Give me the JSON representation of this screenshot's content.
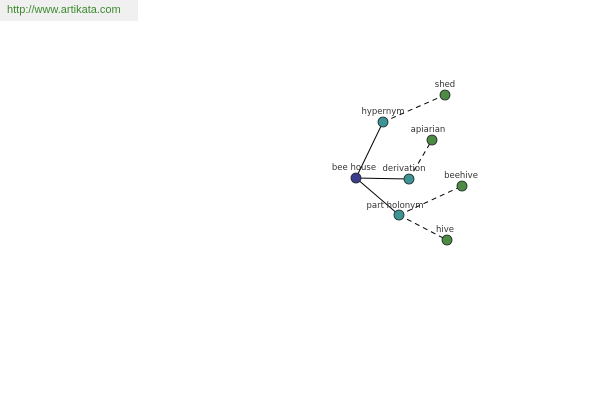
{
  "header": {
    "url": "http://www.artikata.com"
  },
  "graph": {
    "colors": {
      "root": "#3c3c8c",
      "relation": "#3e9494",
      "term": "#4e8a44"
    },
    "nodes": {
      "root": {
        "label": "bee house"
      },
      "hypernym": {
        "label": "hypernym"
      },
      "derivation": {
        "label": "derivation"
      },
      "part_holonym": {
        "label": "part holonym"
      },
      "shed": {
        "label": "shed"
      },
      "apiarian": {
        "label": "apiarian"
      },
      "beehive": {
        "label": "beehive"
      },
      "hive": {
        "label": "hive"
      }
    }
  }
}
